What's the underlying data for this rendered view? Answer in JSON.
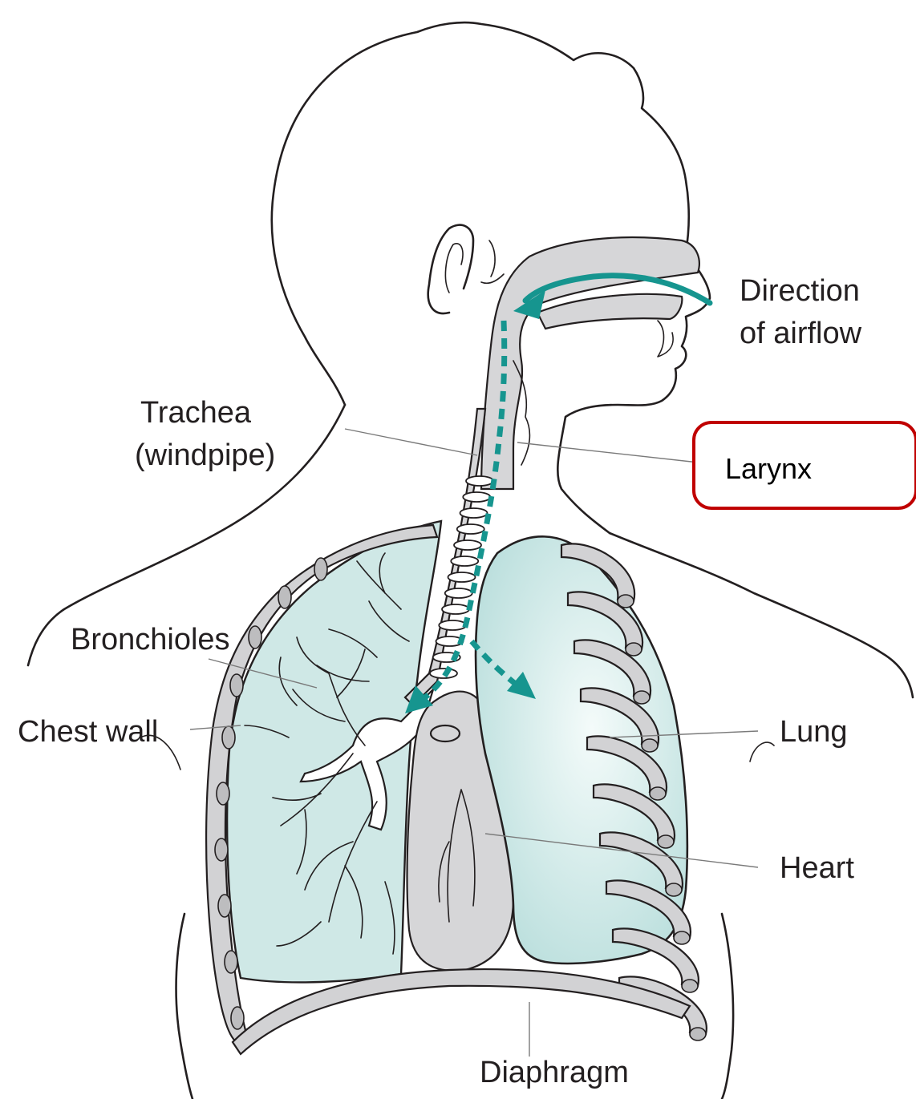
{
  "labels": {
    "direction_line1": "Direction",
    "direction_line2": "of airflow",
    "trachea_line1": "Trachea",
    "trachea_line2": "(windpipe)",
    "larynx": "Larynx",
    "bronchioles": "Bronchioles",
    "chest_wall": "Chest wall",
    "lung": "Lung",
    "heart": "Heart",
    "diaphragm": "Diaphragm"
  },
  "colors": {
    "airflow": "#16958f",
    "lung_fill": "#cfe8e6",
    "highlight_box": "#c00000",
    "outline": "#231f20"
  }
}
